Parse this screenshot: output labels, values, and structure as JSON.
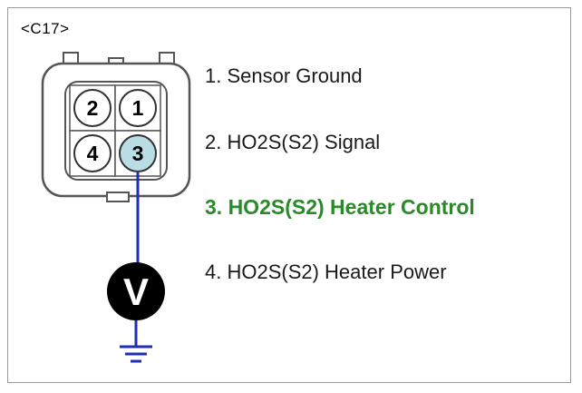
{
  "connector": {
    "id": "<C17>",
    "pins": [
      {
        "label": "2",
        "highlighted": false
      },
      {
        "label": "1",
        "highlighted": false
      },
      {
        "label": "4",
        "highlighted": false
      },
      {
        "label": "3",
        "highlighted": true
      }
    ]
  },
  "meter": {
    "symbol": "V",
    "probe_pin": "3"
  },
  "pin_legend": [
    {
      "text": "1. Sensor Ground",
      "highlighted": false
    },
    {
      "text": "2. HO2S(S2) Signal",
      "highlighted": false
    },
    {
      "text": "3. HO2S(S2) Heater Control",
      "highlighted": true
    },
    {
      "text": "4. HO2S(S2) Heater Power",
      "highlighted": false
    }
  ],
  "colors": {
    "highlight_text": "#2a8a2a",
    "highlight_pin": "#b8dde4",
    "wire": "#1f2fb0",
    "connector_body": "#ffffff",
    "connector_outline": "#555555"
  },
  "icons": {
    "ground": "ground-symbol-icon",
    "voltmeter": "voltmeter-icon"
  }
}
